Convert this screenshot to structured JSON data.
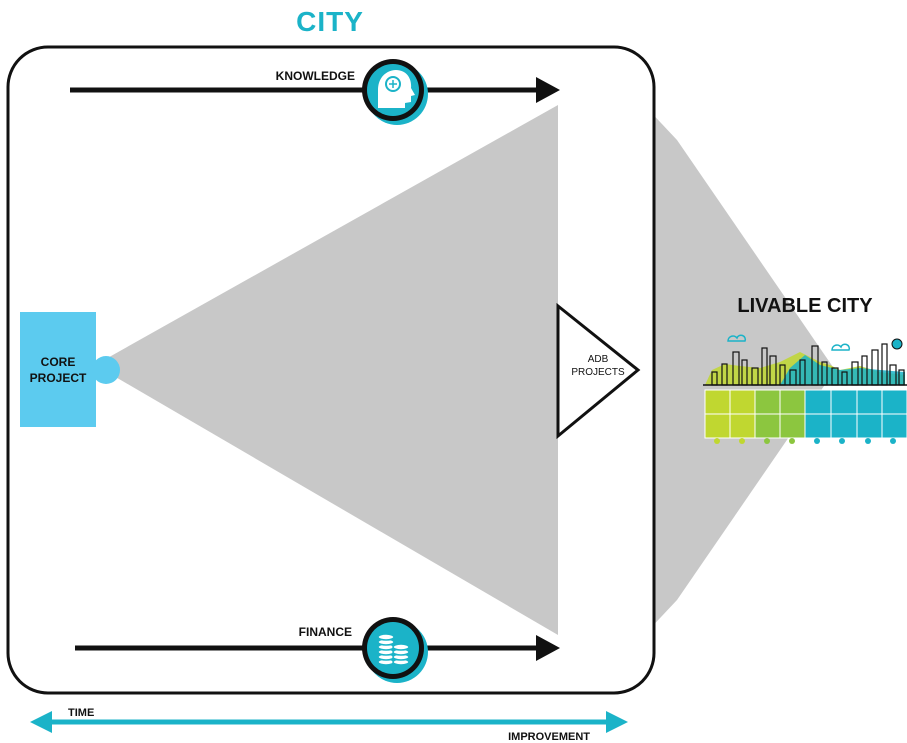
{
  "title": "CITY",
  "top_arrow": {
    "label": "KNOWLEDGE",
    "icon": "brain-head-icon"
  },
  "bottom_arrow": {
    "label": "FINANCE",
    "icon": "coins-stack-icon"
  },
  "core": {
    "line1": "CORE",
    "line2": "PROJECT"
  },
  "adb": {
    "line1": "ADB",
    "line2": "PROJECTS"
  },
  "outcome": {
    "label": "LIVABLE CITY"
  },
  "axis": {
    "left_label": "TIME",
    "right_label": "IMPROVEMENT"
  },
  "colors": {
    "teal": "#1bb3c8",
    "light_blue": "#5ccbef",
    "lime": "#c0d730",
    "green": "#8cc63f",
    "gray": "#c8c8c8",
    "black": "#111111"
  }
}
